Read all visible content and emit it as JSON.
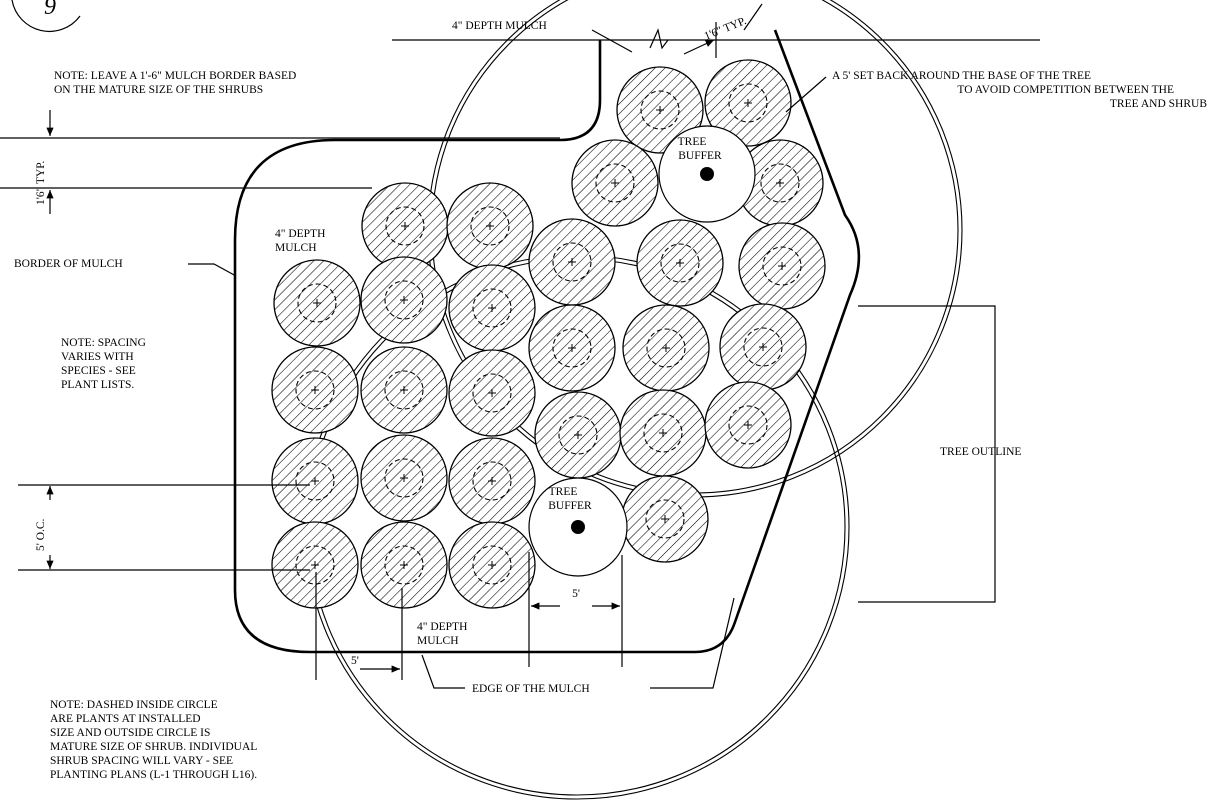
{
  "title_badge": "9",
  "labels": {
    "mulch_top": "4\" DEPTH MULCH",
    "typ_top": "1'6\" TYP.",
    "note_border_1": "NOTE: LEAVE A 1'-6\" MULCH BORDER BASED",
    "note_border_2": "ON THE MATURE SIZE OF THE SHRUBS",
    "setback_1": "A 5' SET BACK AROUND THE BASE OF THE TREE",
    "setback_2": "TO AVOID COMPETITION BETWEEN THE",
    "setback_3": "TREE AND SHRUB",
    "typ_left": "1'6\" TYP.",
    "tree_buffer_1_a": "TREE",
    "tree_buffer_1_b": "BUFFER",
    "mulch_left_a": "4\" DEPTH",
    "mulch_left_b": "MULCH",
    "border_of_mulch": "BORDER OF MULCH",
    "spacing_1": "NOTE: SPACING",
    "spacing_2": "VARIES WITH",
    "spacing_3": "SPECIES - SEE",
    "spacing_4": "PLANT LISTS.",
    "tree_outline": "TREE OUTLINE",
    "oc": "5' O.C.",
    "tree_buffer_2_a": "TREE",
    "tree_buffer_2_b": "BUFFER",
    "dim_5_right": "5'",
    "dim_5_left": "5'",
    "mulch_bottom_a": "4\" DEPTH",
    "mulch_bottom_b": "MULCH",
    "edge_of_mulch": "EDGE OF THE MULCH",
    "note_dashed_1": "NOTE: DASHED INSIDE CIRCLE",
    "note_dashed_2": "ARE PLANTS AT INSTALLED",
    "note_dashed_3": "SIZE AND OUTSIDE CIRCLE IS",
    "note_dashed_4": "MATURE SIZE OF SHRUB.  INDIVIDUAL",
    "note_dashed_5": "SHRUB SPACING WILL VARY - SEE",
    "note_dashed_6": "PLANTING PLANS (L-1 THROUGH L16)."
  }
}
